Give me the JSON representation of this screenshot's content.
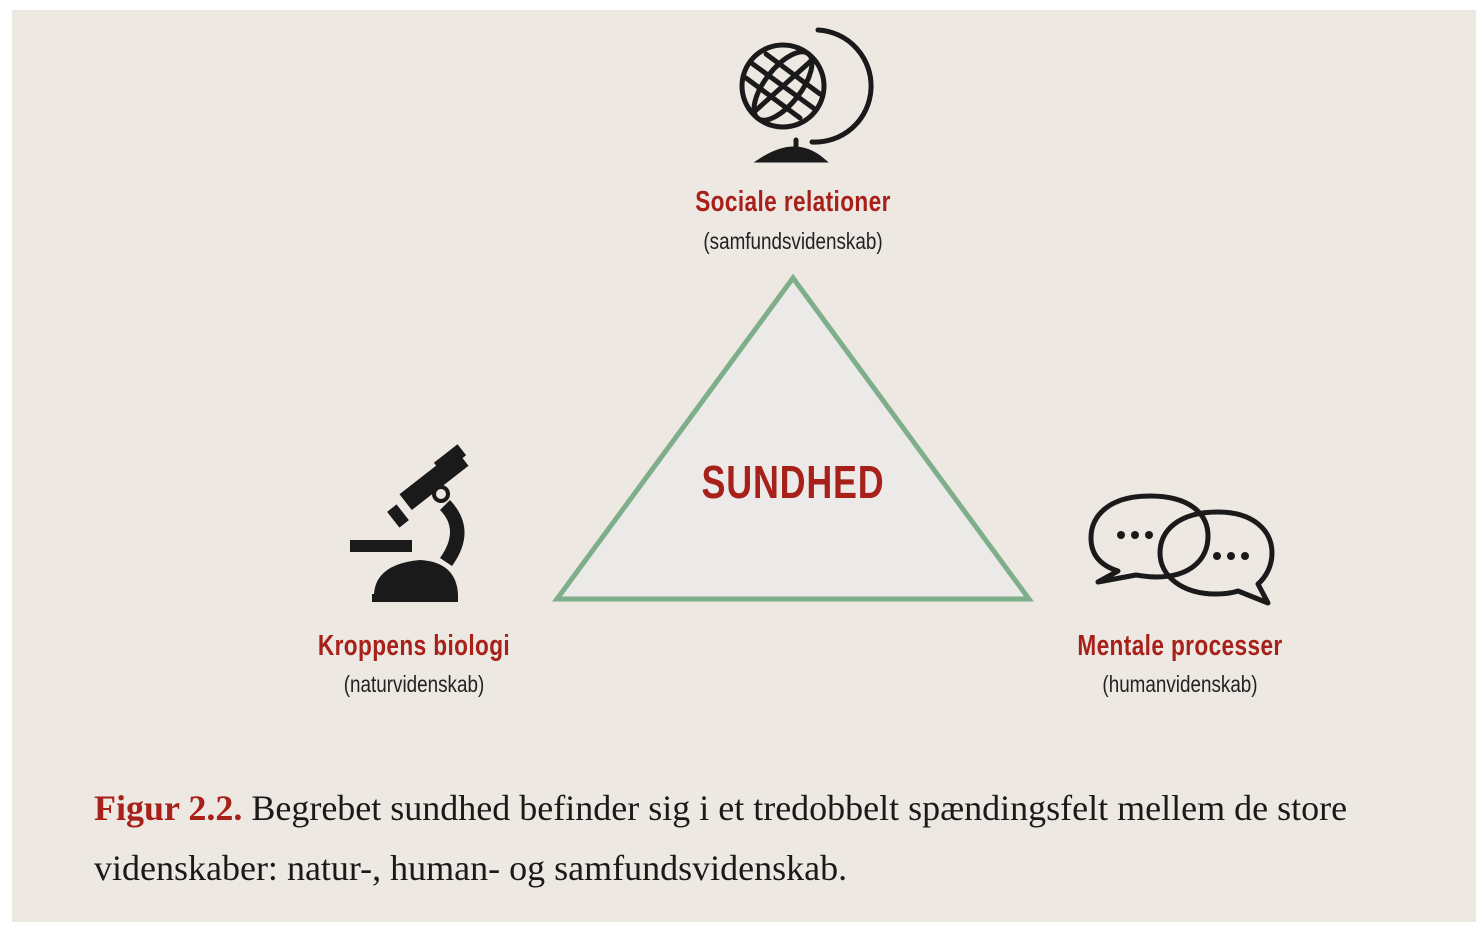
{
  "diagram": {
    "center": {
      "label": "SUNDHED"
    },
    "nodes": [
      {
        "id": "top",
        "title": "Sociale relationer",
        "subtitle": "(samfundsvidenskab)",
        "icon": "globe-icon"
      },
      {
        "id": "left",
        "title": "Kroppens biologi",
        "subtitle": "(naturvidenskab)",
        "icon": "microscope-icon"
      },
      {
        "id": "right",
        "title": "Mentale processer",
        "subtitle": "(humanvidenskab)",
        "icon": "speech-bubbles-icon"
      }
    ],
    "colors": {
      "accent": "#a8201a",
      "triangle_stroke": "#7fae8a",
      "triangle_fill": "#ebeae9",
      "background": "#ede8e2",
      "icon": "#1a1a1a"
    }
  },
  "caption": {
    "figure_label": "Figur 2.2.",
    "text": " Begrebet sundhed befinder sig i et tredobbelt spændingsfelt mellem de store videnskaber: natur-, human- og samfundsvidenskab."
  }
}
